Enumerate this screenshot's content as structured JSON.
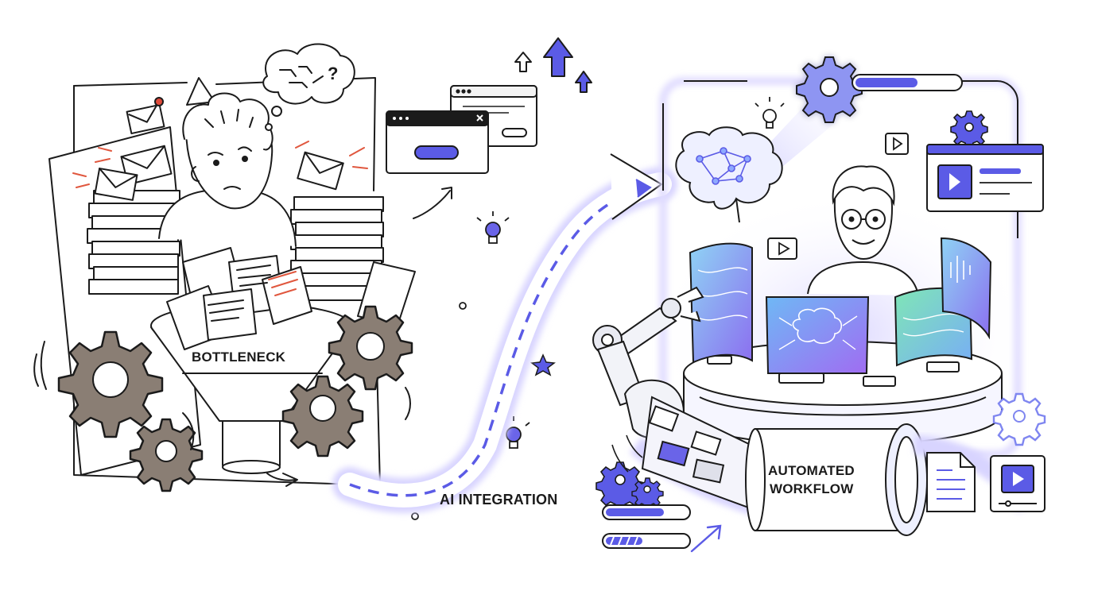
{
  "labels": {
    "bottleneck": "BOTTLENECK",
    "ai_integration": "AI INTEGRATION",
    "automated_line1": "AUTOMATED",
    "automated_line2": "WORKFLOW"
  },
  "progress": {
    "top_bar": 0.6,
    "left_bar_1": 0.72,
    "left_bar_2": 0.45
  },
  "colors": {
    "ink": "#1b1b1b",
    "accent": "#5b5be6",
    "accent_light": "#c9c6ff",
    "glow": "#e2defe",
    "rust": "#8a7e74",
    "rust_dark": "#5d5048",
    "paper": "#ffffff",
    "screen_blue": "#7ec3f0",
    "screen_purple": "#9b7cf0",
    "screen_green": "#7fe0b8"
  },
  "icons": [
    "mail-icon",
    "thought-bubble-icon",
    "browser-window-icon",
    "arrow-up-icon",
    "lightbulb-icon",
    "star-icon",
    "gear-icon",
    "brain-icon",
    "play-icon",
    "document-icon",
    "robot-arm-icon"
  ]
}
